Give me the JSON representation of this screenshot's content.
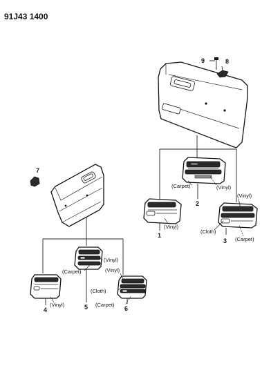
{
  "diagram_code": "91J43 1400",
  "callouts": {
    "c1": "1",
    "c2": "2",
    "c3": "3",
    "c4": "4",
    "c5": "5",
    "c6": "6",
    "c7": "7",
    "c8": "8",
    "c9": "9"
  },
  "materials": {
    "front_2_carpet": "(Carpet)",
    "front_2_vinyl": "(Vinyl)",
    "front_1_vinyl": "(Vinyl)",
    "front_3_vinyl": "(Vinyl)",
    "front_3_cloth": "(Cloth)",
    "front_3_carpet": "(Carpet)",
    "rear_5_vinyl": "(Vinyl)",
    "rear_5_carpet": "(Carpet)",
    "rear_6_vinyl": "(Vinyl)",
    "rear_6_cloth": "(Cloth)",
    "rear_6_carpet": "(Carpet)",
    "rear_4_vinyl": "(Vinyl)"
  }
}
